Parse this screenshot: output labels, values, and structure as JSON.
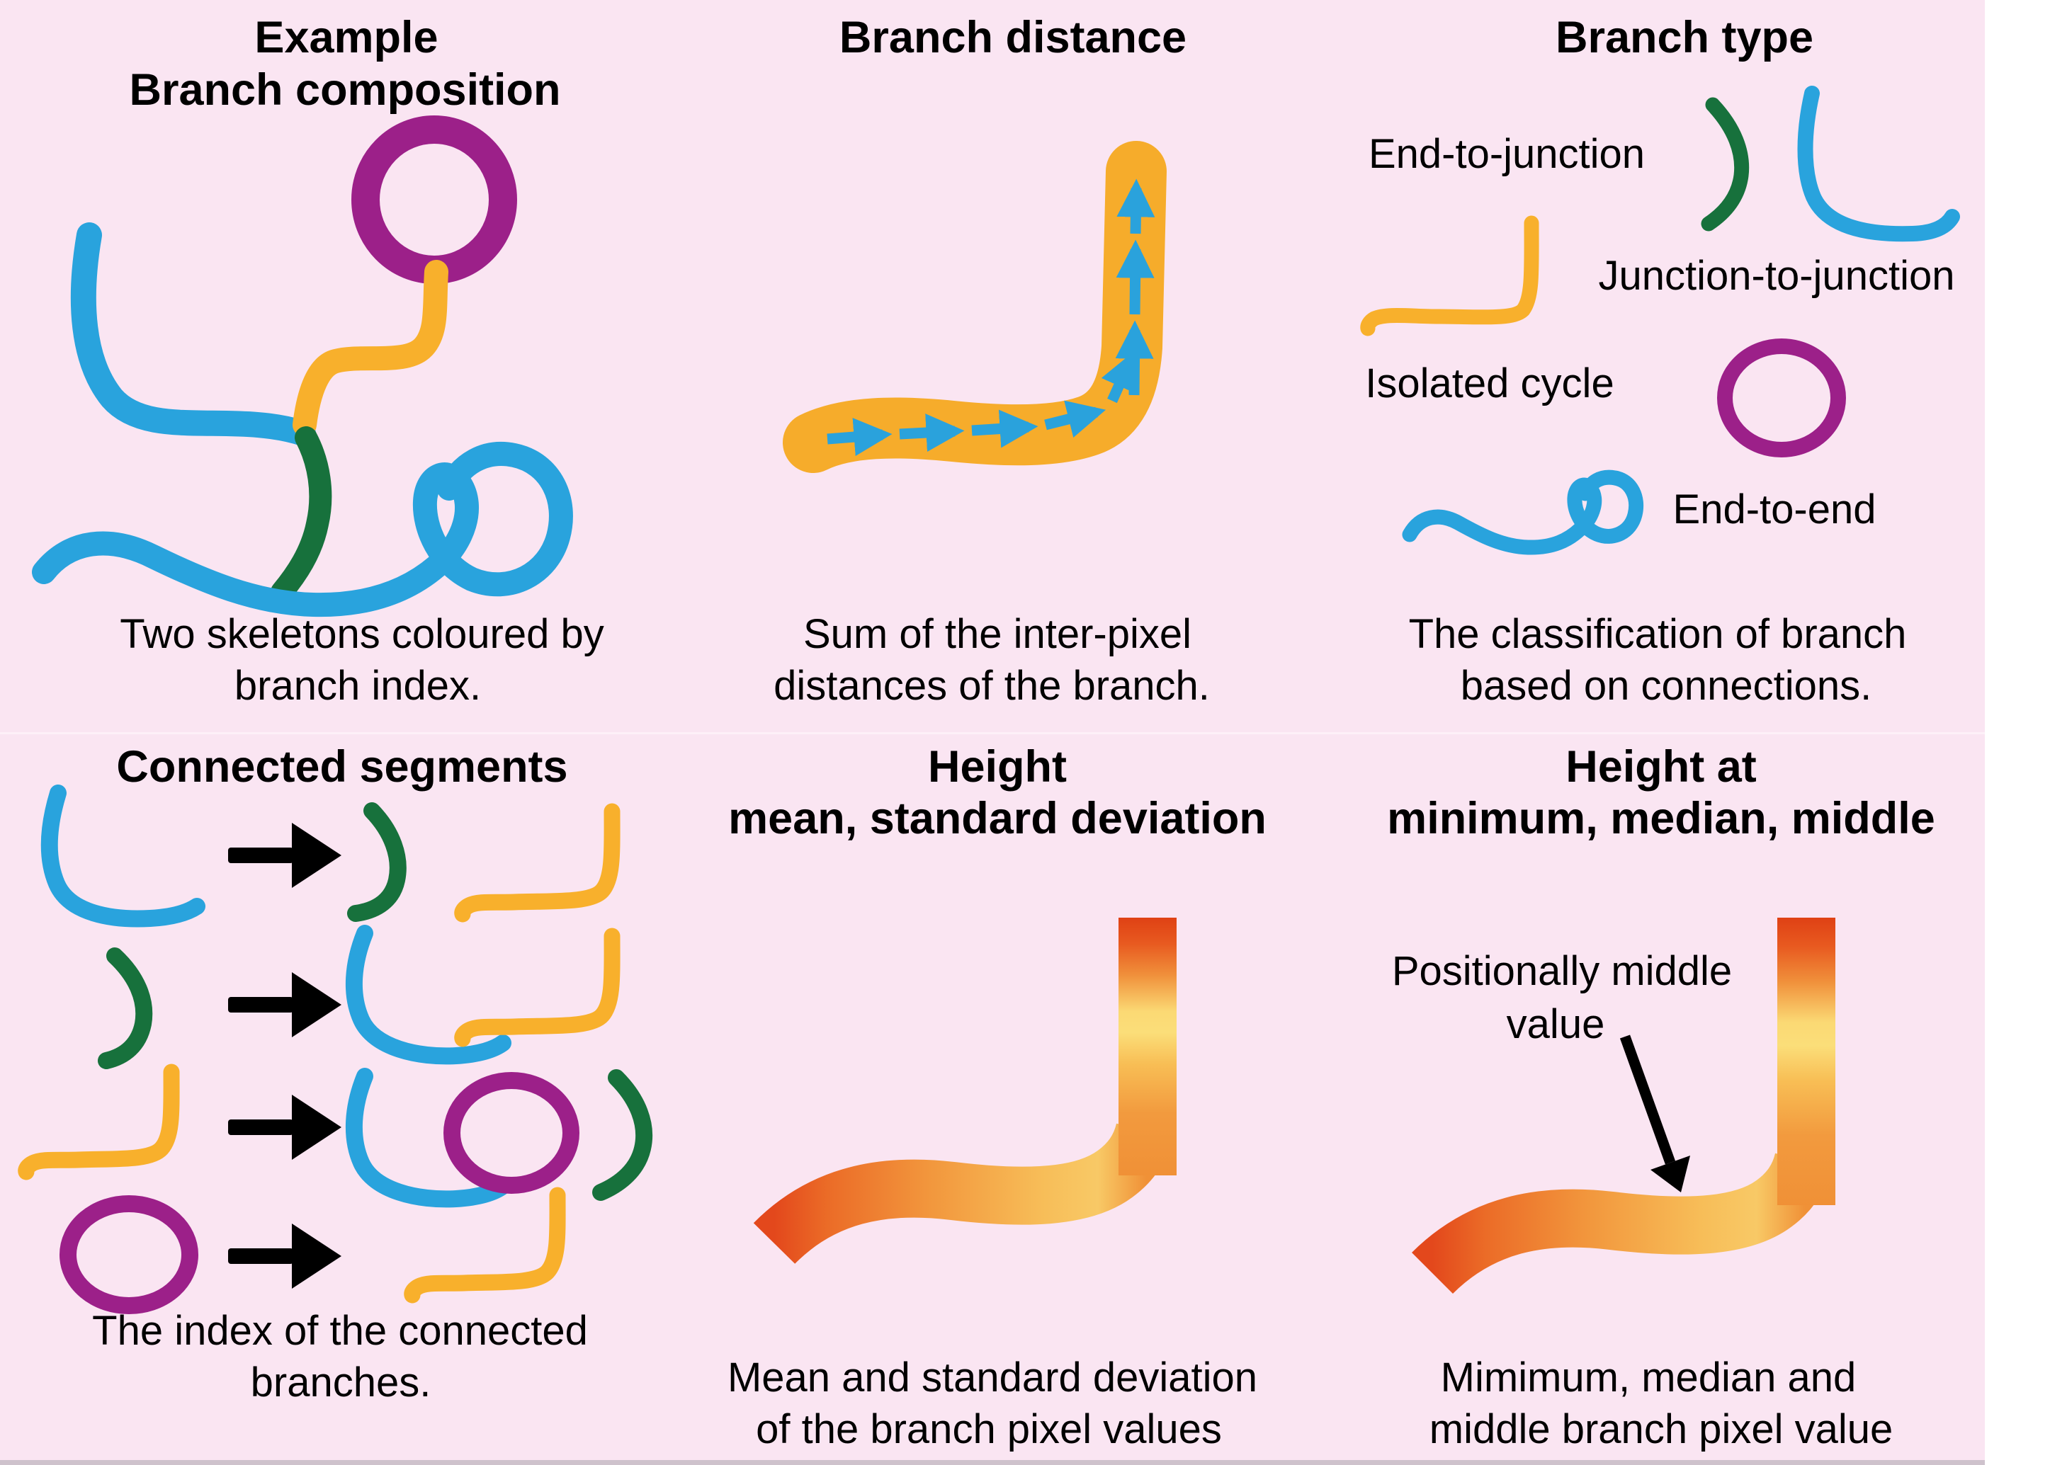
{
  "figure": {
    "background_color": "#FAE5F2",
    "colors": {
      "skeleton_blue": "#29A3DD",
      "skeleton_green": "#17713C",
      "skeleton_yellow": "#F8B02C",
      "skeleton_purple": "#9C2089",
      "arrow_black": "#000000",
      "distance_arrow_blue": "#2AA2DC",
      "heat_red": "#E0461B",
      "heat_orange": "#F2953C",
      "heat_pale_yellow": "#FBDE79"
    },
    "panels": {
      "branch_composition": {
        "title_line1": "Example",
        "title_line2": "Branch composition",
        "caption_line1": "Two skeletons coloured by",
        "caption_line2": "branch index."
      },
      "branch_distance": {
        "title": "Branch distance",
        "caption_line1": "Sum of the inter-pixel",
        "caption_line2": "distances of the branch."
      },
      "branch_type": {
        "title": "Branch type",
        "label_end_to_junction": "End-to-junction",
        "label_junction_to_junction": "Junction-to-junction",
        "label_isolated_cycle": "Isolated cycle",
        "label_end_to_end": "End-to-end",
        "caption_line1": "The classification of branch",
        "caption_line2": "based on connections."
      },
      "connected_segments": {
        "title": "Connected segments",
        "caption_line1": "The index of the connected",
        "caption_line2": "branches."
      },
      "height_mean": {
        "title_line1": "Height",
        "title_line2": "mean, standard deviation",
        "caption_line1": "Mean and standard deviation",
        "caption_line2": "of the branch pixel values"
      },
      "height_at": {
        "title_line1": "Height at",
        "title_line2": "minimum, median, middle",
        "annotation_line1": "Positionally middle",
        "annotation_line2": "value",
        "caption_line1": "Mimimum, median and",
        "caption_line2": "middle branch pixel value"
      }
    }
  }
}
